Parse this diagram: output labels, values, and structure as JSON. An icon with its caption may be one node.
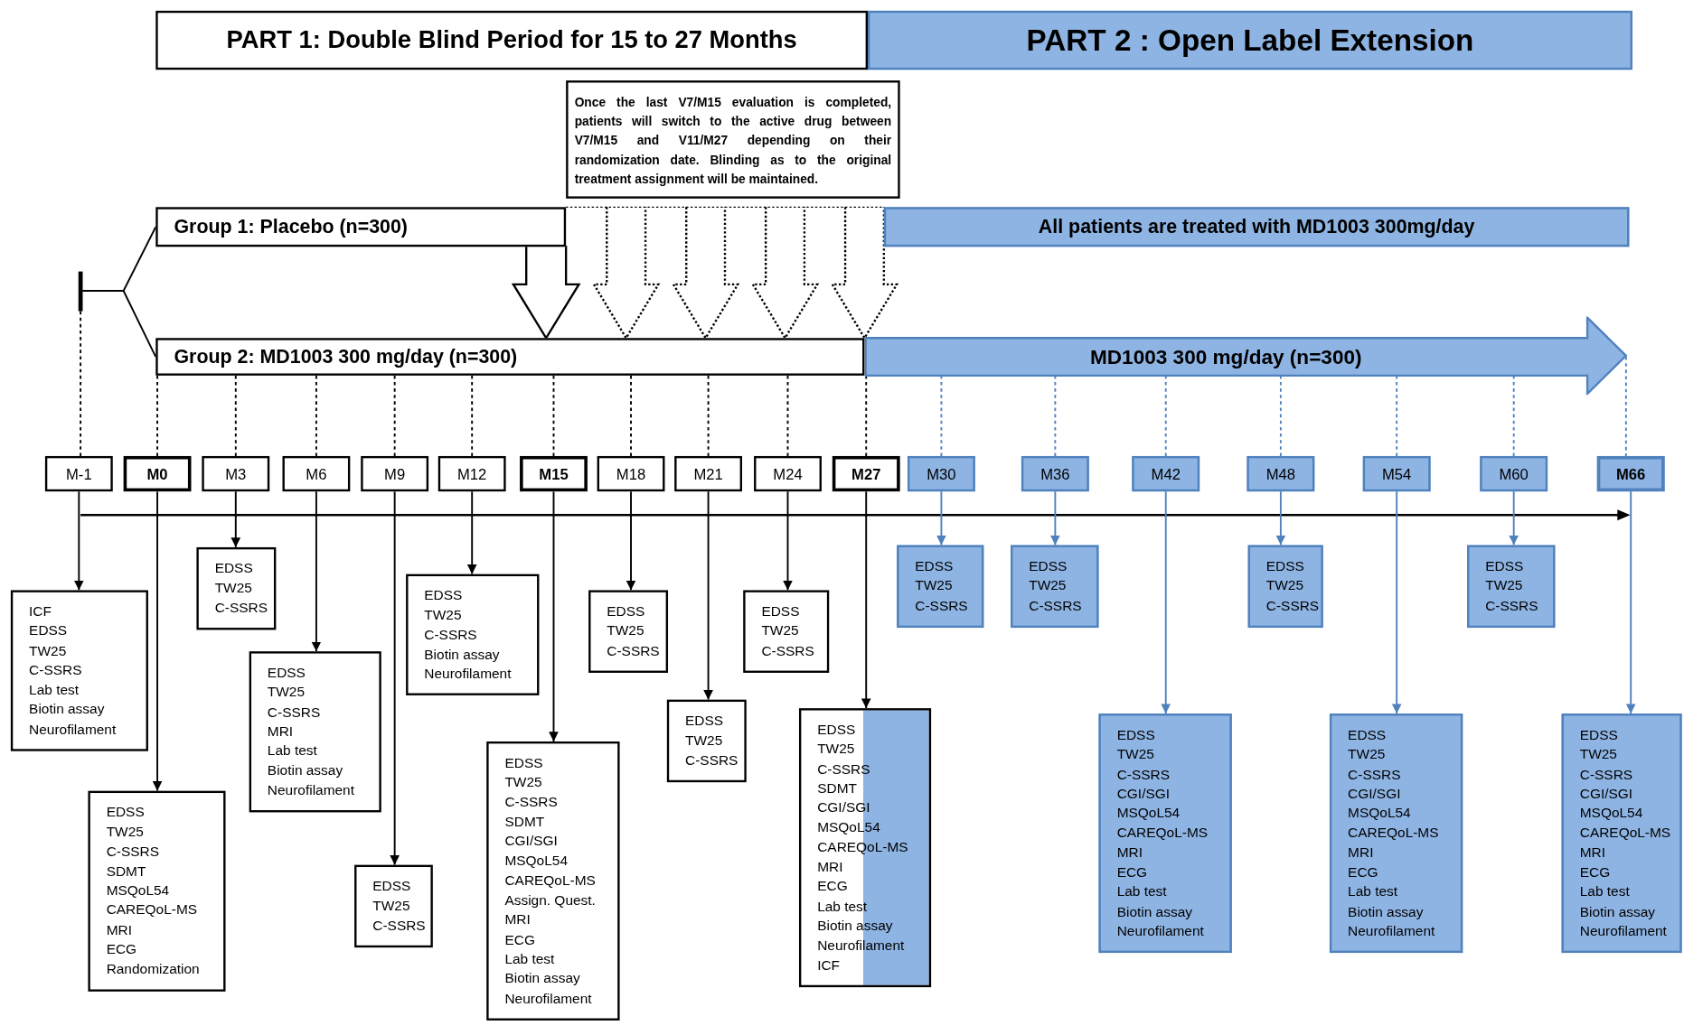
{
  "diagram": {
    "nodes": [
      {
        "text": [
          "PART 1: Double Blind Period for 15 to 27 Months"
        ]
      },
      {
        "text": [
          "PART 2 : Open Label Extension"
        ]
      },
      {
        "text": [
          "Once the last V7/M15 evaluation is completed, patients will switch to the active drug between V7/M15 and V11/M27 depending on their randomization date. Blinding as to the original treatment assignment will be maintained."
        ]
      },
      {
        "text": [
          "Group 1: Placebo (n=300)"
        ]
      },
      {
        "text": [
          "All patients are treated with MD1003 300mg/day"
        ]
      },
      {
        "text": [],
        "shape": "bar"
      },
      {
        "text": [
          "Group 2: MD1003 300 mg/day (n=300)"
        ]
      },
      {
        "text": [
          "MD1003 300 mg/day (n=300)"
        ]
      },
      {
        "text": [
          "M-1"
        ]
      },
      {
        "text": [
          "M0"
        ]
      },
      {
        "text": [
          "M3"
        ]
      },
      {
        "text": [
          "M6"
        ]
      },
      {
        "text": [
          "M9"
        ]
      },
      {
        "text": [
          "M12"
        ]
      },
      {
        "text": [
          "M15"
        ]
      },
      {
        "text": [
          "M18"
        ]
      },
      {
        "text": [
          "M21"
        ]
      },
      {
        "text": [
          "M24"
        ]
      },
      {
        "text": [
          "M27"
        ]
      },
      {
        "text": [
          "M30"
        ]
      },
      {
        "text": [
          "M36"
        ]
      },
      {
        "text": [
          "M42"
        ]
      },
      {
        "text": [
          "M48"
        ]
      },
      {
        "text": [
          "M54"
        ]
      },
      {
        "text": [
          "M60"
        ]
      },
      {
        "text": [
          "M66"
        ]
      },
      {
        "text": [
          "ICF",
          "EDSS",
          "TW25",
          "C-SSRS",
          "Lab test",
          "Biotin assay",
          "Neurofilament"
        ]
      },
      {
        "text": [
          "EDSS",
          "TW25",
          "C-SSRS",
          "SDMT",
          "MSQoL54",
          "CAREQoL-MS",
          "MRI",
          "ECG",
          "Randomization"
        ]
      },
      {
        "text": [
          "EDSS",
          "TW25",
          "C-SSRS"
        ]
      },
      {
        "text": [
          "EDSS",
          "TW25",
          "C-SSRS",
          "MRI",
          "Lab test",
          "Biotin assay",
          "Neurofilament"
        ]
      },
      {
        "text": [
          "EDSS",
          "TW25",
          "C-SSRS"
        ]
      },
      {
        "text": [
          "EDSS",
          "TW25",
          "C-SSRS",
          "Biotin assay",
          "Neurofilament"
        ]
      },
      {
        "text": [
          "EDSS",
          "TW25",
          "C-SSRS",
          "SDMT",
          "CGI/SGI",
          "MSQoL54",
          "CAREQoL-MS",
          "Assign. Quest.",
          "MRI",
          "ECG",
          "Lab test",
          "Biotin assay",
          "Neurofilament"
        ]
      },
      {
        "text": [
          "EDSS",
          "TW25",
          "C-SSRS"
        ]
      },
      {
        "text": [
          "EDSS",
          "TW25",
          "C-SSRS"
        ]
      },
      {
        "text": [
          "EDSS",
          "TW25",
          "C-SSRS"
        ]
      },
      {
        "text": [
          "EDSS",
          "TW25",
          "C-SSRS",
          "SDMT",
          "CGI/SGI",
          "MSQoL54",
          "CAREQoL-MS",
          "MRI",
          "ECG",
          "Lab test",
          "Biotin assay",
          "Neurofilament",
          "ICF"
        ]
      },
      {
        "text": [
          "EDSS",
          "TW25",
          "C-SSRS"
        ]
      },
      {
        "text": [
          "EDSS",
          "TW25",
          "C-SSRS"
        ]
      },
      {
        "text": [
          "EDSS",
          "TW25",
          "C-SSRS",
          "CGI/SGI",
          "MSQoL54",
          "CAREQoL-MS",
          "MRI",
          "ECG",
          "Lab test",
          "Biotin assay",
          "Neurofilament"
        ]
      },
      {
        "text": [
          "EDSS",
          "TW25",
          "C-SSRS"
        ]
      },
      {
        "text": [
          "EDSS",
          "TW25",
          "C-SSRS",
          "CGI/SGI",
          "MSQoL54",
          "CAREQoL-MS",
          "MRI",
          "ECG",
          "Lab test",
          "Biotin assay",
          "Neurofilament"
        ]
      },
      {
        "text": [
          "EDSS",
          "TW25",
          "C-SSRS"
        ]
      },
      {
        "text": [
          "EDSS",
          "TW25",
          "C-SSRS",
          "CGI/SGI",
          "MSQoL54",
          "CAREQoL-MS",
          "MRI",
          "ECG",
          "Lab test",
          "Biotin assay",
          "Neurofilament"
        ]
      }
    ],
    "edges": [
      {
        "from": 5,
        "to": 3,
        "arrow": "none"
      },
      {
        "from": 5,
        "to": 6,
        "arrow": "none"
      },
      {
        "from": 3,
        "to": 6,
        "arrow": "to",
        "style": "thick"
      },
      {
        "from": null,
        "to": 6,
        "arrow": "to",
        "style": "dashed"
      },
      {
        "from": null,
        "to": 6,
        "arrow": "to",
        "style": "dashed"
      },
      {
        "from": null,
        "to": 6,
        "arrow": "to",
        "style": "dashed"
      },
      {
        "from": null,
        "to": 6,
        "arrow": "to",
        "style": "dashed"
      },
      {
        "from": 5,
        "to": 8,
        "arrow": "none",
        "style": "dashed"
      },
      {
        "from": 6,
        "to": 9,
        "arrow": "none",
        "style": "dashed"
      },
      {
        "from": 6,
        "to": 10,
        "arrow": "none",
        "style": "dashed"
      },
      {
        "from": 6,
        "to": 11,
        "arrow": "none",
        "style": "dashed"
      },
      {
        "from": 6,
        "to": 12,
        "arrow": "none",
        "style": "dashed"
      },
      {
        "from": 6,
        "to": 13,
        "arrow": "none",
        "style": "dashed"
      },
      {
        "from": 6,
        "to": 14,
        "arrow": "none",
        "style": "dashed"
      },
      {
        "from": 6,
        "to": 15,
        "arrow": "none",
        "style": "dashed"
      },
      {
        "from": 6,
        "to": 16,
        "arrow": "none",
        "style": "dashed"
      },
      {
        "from": 6,
        "to": 17,
        "arrow": "none",
        "style": "dashed"
      },
      {
        "from": 6,
        "to": 18,
        "arrow": "none",
        "style": "dashed"
      },
      {
        "from": 7,
        "to": 19,
        "arrow": "none",
        "style": "dashed",
        "color": "#4f81bd"
      },
      {
        "from": 7,
        "to": 20,
        "arrow": "none",
        "style": "dashed",
        "color": "#4f81bd"
      },
      {
        "from": 7,
        "to": 21,
        "arrow": "none",
        "style": "dashed",
        "color": "#4f81bd"
      },
      {
        "from": 7,
        "to": 22,
        "arrow": "none",
        "style": "dashed",
        "color": "#4f81bd"
      },
      {
        "from": 7,
        "to": 23,
        "arrow": "none",
        "style": "dashed",
        "color": "#4f81bd"
      },
      {
        "from": 7,
        "to": 24,
        "arrow": "none",
        "style": "dashed",
        "color": "#4f81bd"
      },
      {
        "from": 7,
        "to": 25,
        "arrow": "none",
        "style": "dashed",
        "color": "#4f81bd"
      },
      {
        "from": 8,
        "to": 26,
        "arrow": "to"
      },
      {
        "from": 9,
        "to": 27,
        "arrow": "to"
      },
      {
        "from": 10,
        "to": 28,
        "arrow": "to"
      },
      {
        "from": 11,
        "to": 29,
        "arrow": "to"
      },
      {
        "from": 12,
        "to": 30,
        "arrow": "to"
      },
      {
        "from": 13,
        "to": 31,
        "arrow": "to"
      },
      {
        "from": 14,
        "to": 32,
        "arrow": "to"
      },
      {
        "from": 15,
        "to": 33,
        "arrow": "to"
      },
      {
        "from": 16,
        "to": 34,
        "arrow": "to"
      },
      {
        "from": 17,
        "to": 35,
        "arrow": "to"
      },
      {
        "from": 18,
        "to": 36,
        "arrow": "to"
      },
      {
        "from": 19,
        "to": 37,
        "arrow": "to",
        "color": "#4f81bd"
      },
      {
        "from": 20,
        "to": 38,
        "arrow": "to",
        "color": "#4f81bd"
      },
      {
        "from": 21,
        "to": 39,
        "arrow": "to",
        "color": "#4f81bd"
      },
      {
        "from": 22,
        "to": 40,
        "arrow": "to",
        "color": "#4f81bd"
      },
      {
        "from": 23,
        "to": 41,
        "arrow": "to",
        "color": "#4f81bd"
      },
      {
        "from": 24,
        "to": 42,
        "arrow": "to",
        "color": "#4f81bd"
      },
      {
        "from": 25,
        "to": 43,
        "arrow": "to",
        "color": "#4f81bd"
      }
    ]
  }
}
